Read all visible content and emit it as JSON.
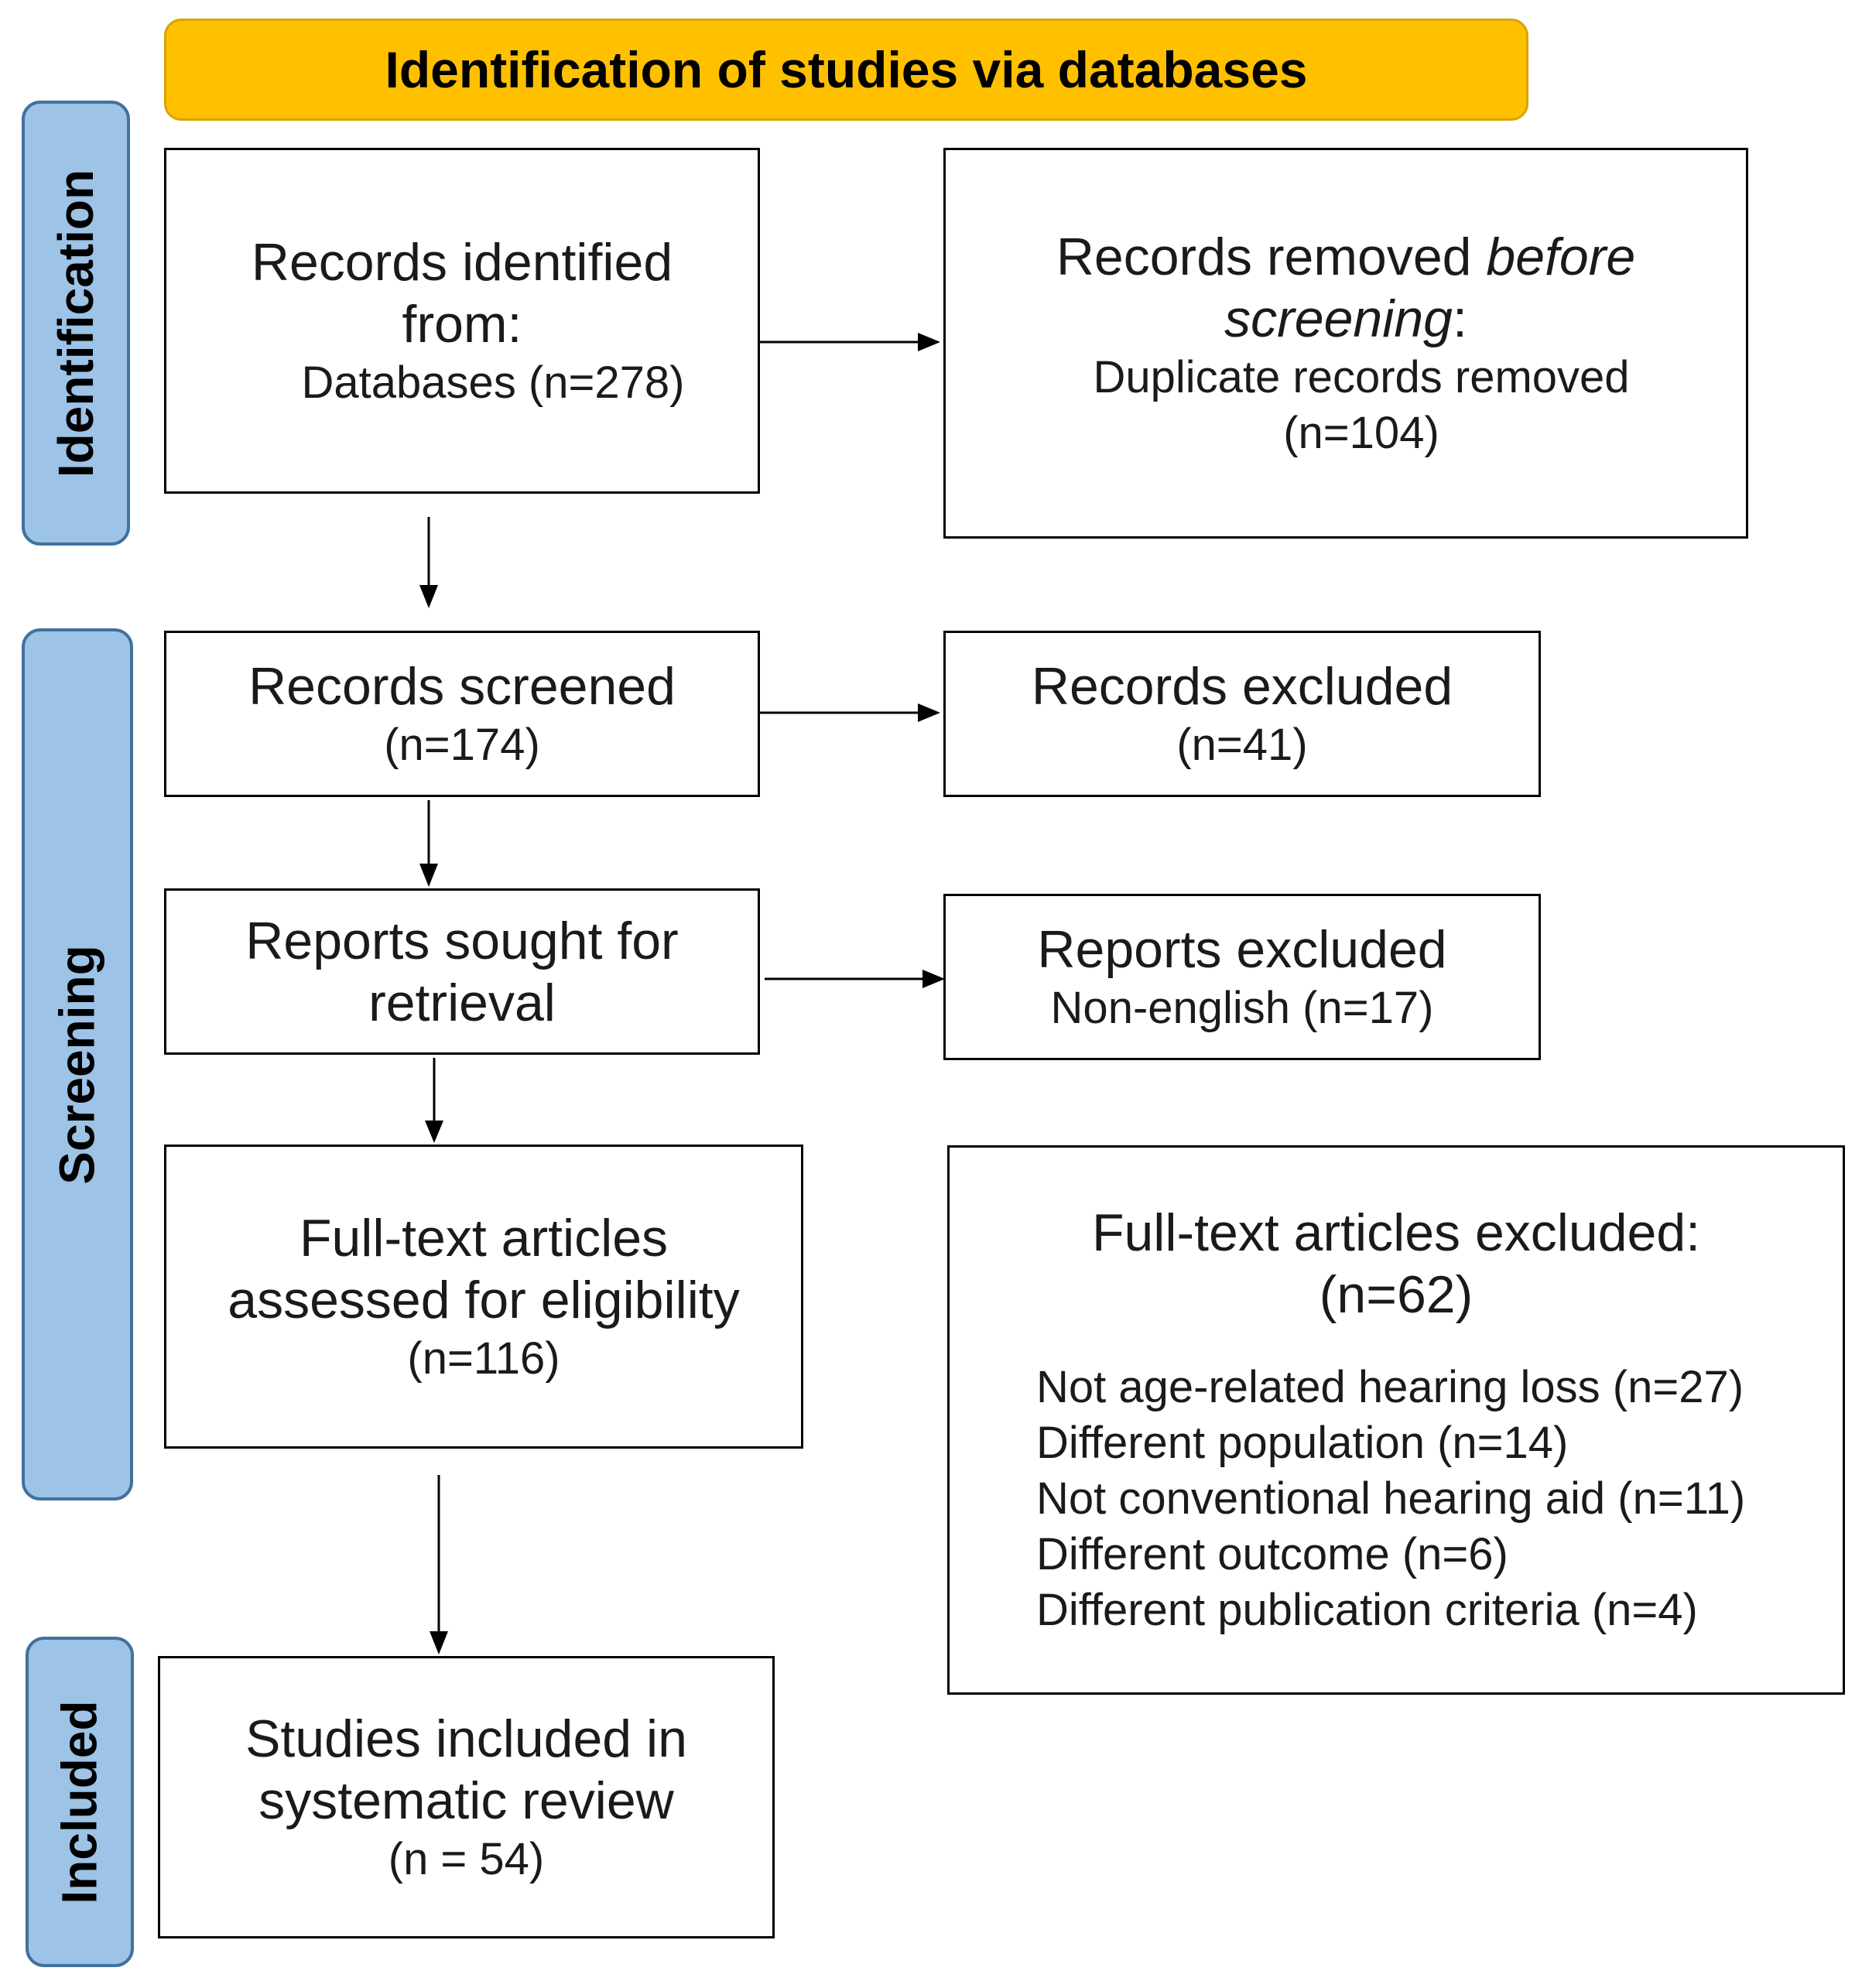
{
  "banner": {
    "title": "Identification of studies via databases"
  },
  "phases": {
    "identification": "Identification",
    "screening": "Screening",
    "included": "Included"
  },
  "boxes": {
    "records_identified": {
      "line1": "Records identified",
      "line2": "from:",
      "line3": "Databases (n=278)"
    },
    "records_removed": {
      "line1_a": "Records removed ",
      "line1_b": "before",
      "line2_a": "screening",
      "line2_b": ":",
      "line3": "Duplicate records removed",
      "line4": "(n=104)"
    },
    "records_screened": {
      "line1": "Records screened",
      "line2": "(n=174)"
    },
    "records_excluded": {
      "line1": "Records excluded",
      "line2": "(n=41)"
    },
    "reports_sought": {
      "line1": "Reports sought for",
      "line2": "retrieval"
    },
    "reports_excluded": {
      "line1": "Reports excluded",
      "line2": "Non-english (n=17)"
    },
    "fulltext_assessed": {
      "line1": "Full-text articles",
      "line2": "assessed for eligibility",
      "line3": "(n=116)"
    },
    "fulltext_excluded": {
      "line1": "Full-text articles excluded:",
      "line2": "(n=62)",
      "reasons": [
        "Not age-related hearing loss (n=27)",
        "Different population (n=14)",
        "Not conventional hearing aid (n=11)",
        "Different outcome (n=6)",
        "Different publication criteria (n=4)"
      ]
    },
    "studies_included": {
      "line1": "Studies included in",
      "line2": "systematic review",
      "line3": "(n = 54)"
    }
  },
  "colors": {
    "banner_fill": "#FFC000",
    "phase_fill": "#9DC3E6",
    "phase_border": "#41719C",
    "box_border": "#000000"
  }
}
